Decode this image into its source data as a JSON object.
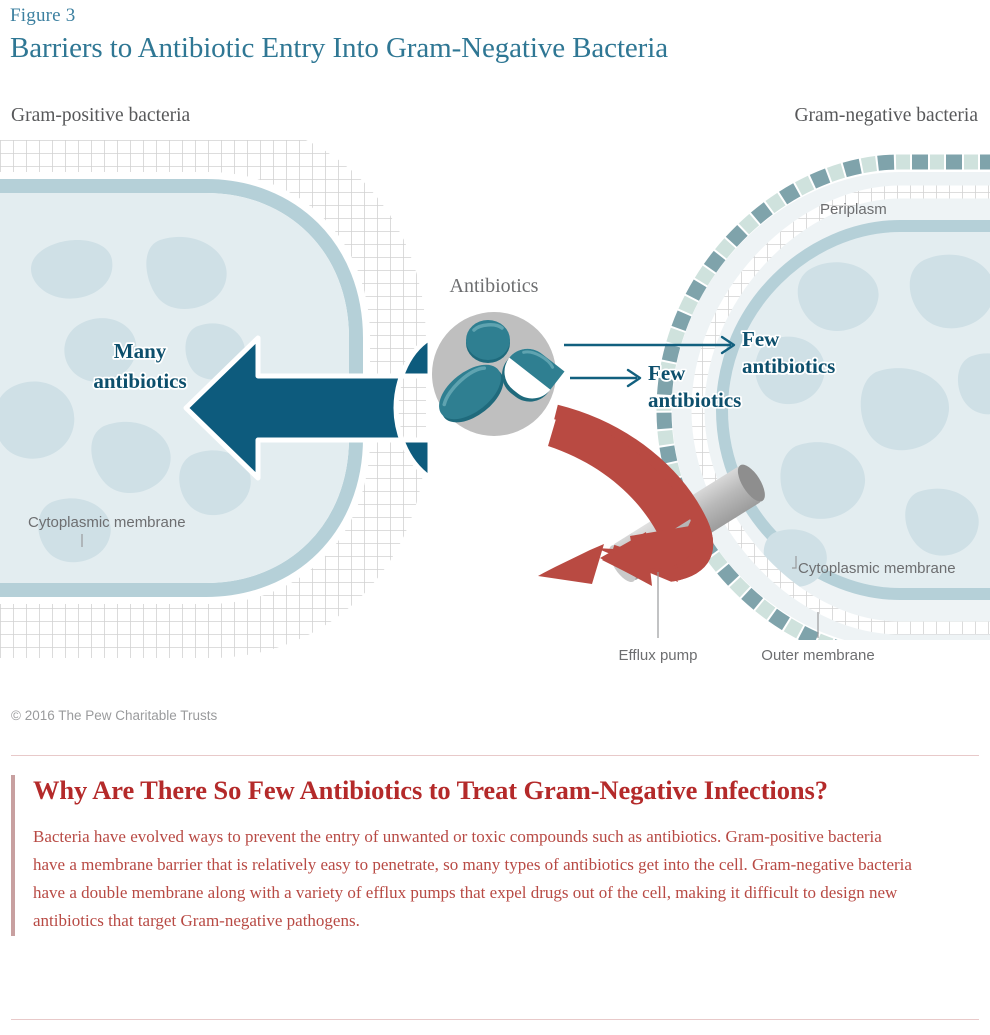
{
  "header": {
    "figure_label": "Figure 3",
    "title": "Barriers to Antibiotic Entry Into Gram-Negative Bacteria"
  },
  "diagram": {
    "caption_left": "Gram-positive bacteria",
    "caption_right": "Gram-negative bacteria",
    "antibiotics_label": "Antibiotics",
    "arrow_many": {
      "line1": "Many",
      "line2": "antibiotics"
    },
    "arrow_few_upper": {
      "line1": "Few",
      "line2": "antibiotics"
    },
    "arrow_few_lower": {
      "line1": "Few",
      "line2": "antibiotics"
    },
    "label_cytoplasmic_left": "Cytoplasmic membrane",
    "label_cytoplasmic_right": "Cytoplasmic membrane",
    "label_periplasm": "Periplasm",
    "label_efflux_pump": "Efflux pump",
    "label_outer_membrane": "Outer membrane",
    "colors": {
      "arrow_blue": "#0d5b7d",
      "arrow_red": "#b94a42",
      "pill_teal": "#2f7f91",
      "pill_circle_gray": "#bfbfbf",
      "cytoplasm": "#e3edf0",
      "cytoplasm_blob": "#cddfe6",
      "membrane": "#b5d0d8",
      "outer_membrane_dark": "#7fa3ab",
      "outer_membrane_light": "#cfe2dd",
      "mesh_gray": "#d3d3d3",
      "label_gray": "#6d6e70",
      "title_blue": "#2f7794"
    }
  },
  "credit": "© 2016 The Pew Charitable Trusts",
  "callout": {
    "title": "Why Are There So Few Antibiotics to Treat Gram-Negative Infections?",
    "body": "Bacteria have evolved ways to prevent the entry of unwanted or toxic compounds such as antibiotics. Gram-positive bacteria have a membrane barrier that is relatively easy to penetrate, so many types of antibiotics get into the cell. Gram-negative bacteria have a double membrane along with a variety of efflux pumps that expel drugs out of the cell, making it difficult to design new antibiotics that target Gram-negative pathogens.",
    "accent_color": "#b42a2a"
  }
}
